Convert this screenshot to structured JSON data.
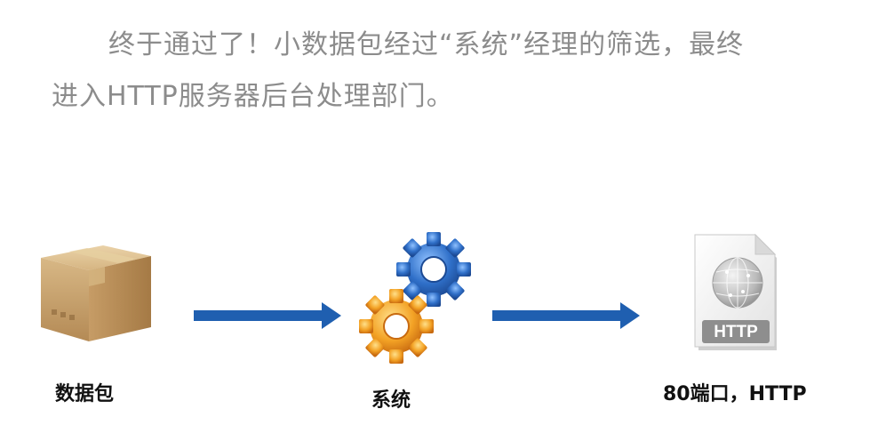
{
  "caption": {
    "line1": "终于通过了！小数据包经过“系统”经理的筛选，最终",
    "line2": "进入HTTP服务器后台处理部门。"
  },
  "nodes": [
    {
      "id": "packet",
      "label": "数据包",
      "icon": "box-icon"
    },
    {
      "id": "system",
      "label": "系统",
      "icon": "gears-icon"
    },
    {
      "id": "http",
      "label": "80端口，HTTP",
      "icon": "http-file-icon"
    }
  ],
  "http_icon_text": "HTTP",
  "colors": {
    "arrow": "#1f5fb0",
    "caption": "#8c8c8c",
    "box": "#c9a46e",
    "gear_blue": "#2f6fc8",
    "gear_orange": "#f0a020"
  }
}
